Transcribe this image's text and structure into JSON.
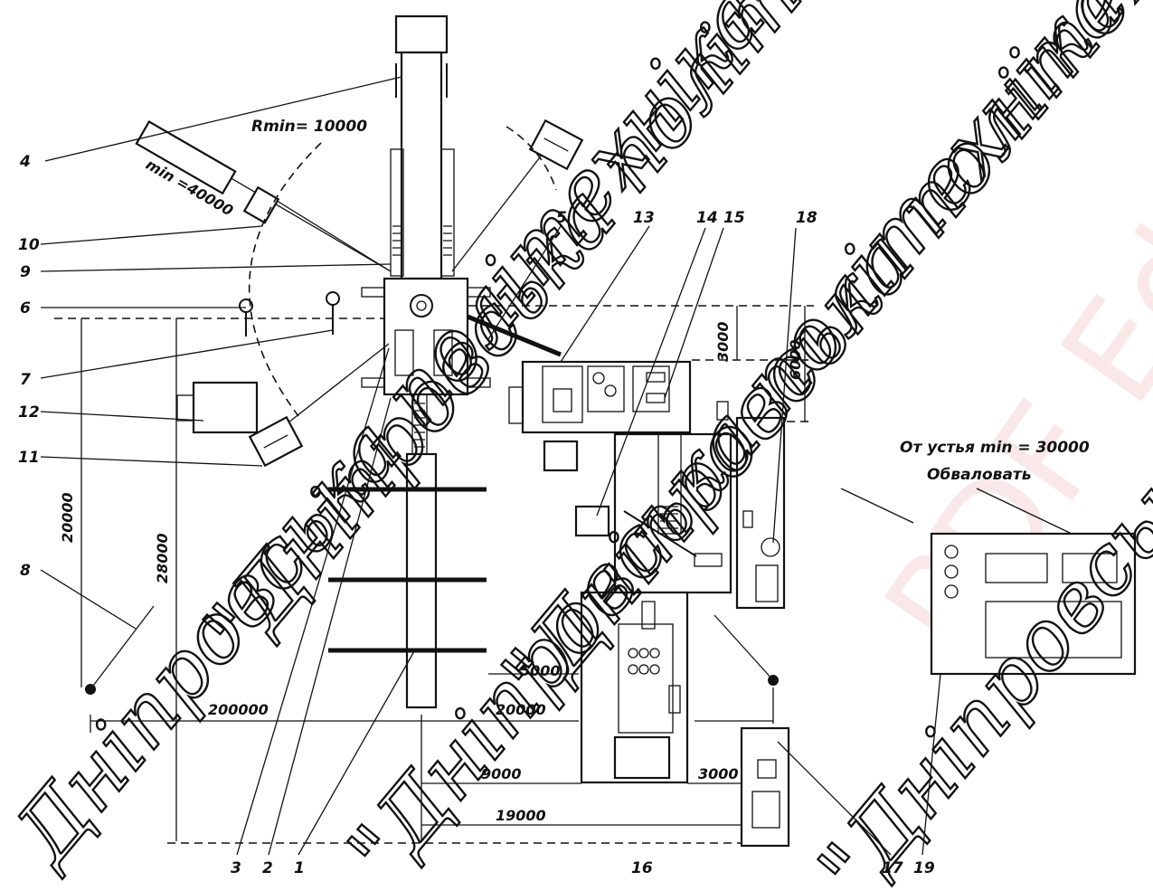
{
  "labels": {
    "radius_min": "Rmin= 10000",
    "min_40000": "min =40000",
    "from_wellhead": "От устья min = 30000",
    "embank": "Обваловать"
  },
  "dimensions": {
    "d3000_top": "3000",
    "d6000": "6000",
    "d20000_left": "20000",
    "d28000": "28000",
    "d200000": "200000",
    "d5000": "5000",
    "d20000_bottom": "20000",
    "d9000": "9000",
    "d3000_bottom": "3000",
    "d19000": "19000"
  },
  "callouts": {
    "n4": "4",
    "n10": "10",
    "n9": "9",
    "n6": "6",
    "n7": "7",
    "n12": "12",
    "n11": "11",
    "n8": "8",
    "n5": "5",
    "n13": "13",
    "n14": "14",
    "n15": "15",
    "n18": "18",
    "n3": "3",
    "n2": "2",
    "n1": "1",
    "n16": "16",
    "n17": "17",
    "n19": "19"
  },
  "watermarks": {
    "wm1": "Дніпровська політехніка",
    "wm2": "\"Дніпровська політехніка\"",
    "wm3": "\"Дніпровська політехніка\"",
    "wm4": "\"Дніпровська політехніка\"",
    "wm5": "\"Дніпровська політехніка\"",
    "wm_red": "PDF Edit"
  },
  "colors": {
    "ink": "#111111",
    "paper": "#ffffff",
    "watermark_red": "#f6d6d6"
  }
}
